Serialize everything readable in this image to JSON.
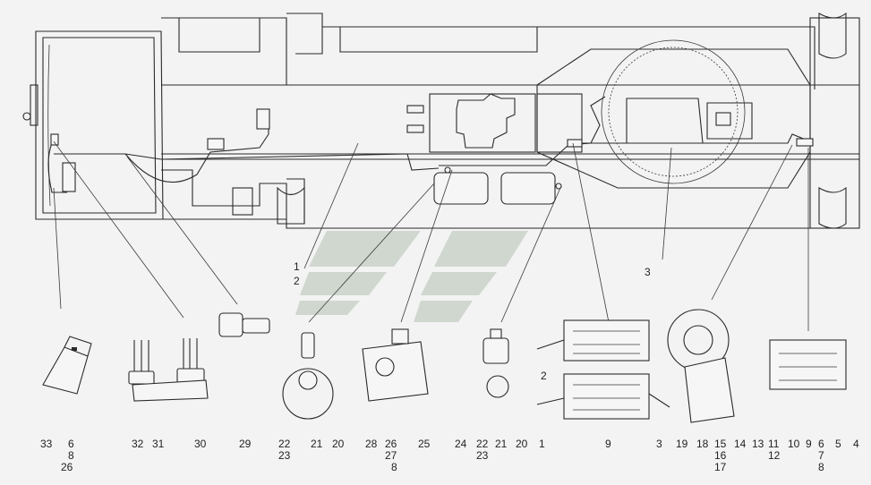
{
  "labels": {
    "chassis": [
      {
        "id": "c1",
        "text": "1"
      },
      {
        "id": "c2",
        "text": "2"
      },
      {
        "id": "c3",
        "text": "3"
      }
    ],
    "details": [
      {
        "id": "d33",
        "text": "33"
      },
      {
        "id": "d6a",
        "text": "6"
      },
      {
        "id": "d8a",
        "text": "8"
      },
      {
        "id": "d26a",
        "text": "26"
      },
      {
        "id": "d32",
        "text": "32"
      },
      {
        "id": "d31",
        "text": "31"
      },
      {
        "id": "d30",
        "text": "30"
      },
      {
        "id": "d29",
        "text": "29"
      },
      {
        "id": "d22a",
        "text": "22"
      },
      {
        "id": "d23a",
        "text": "23"
      },
      {
        "id": "d21a",
        "text": "21"
      },
      {
        "id": "d20a",
        "text": "20"
      },
      {
        "id": "d28",
        "text": "28"
      },
      {
        "id": "d26b",
        "text": "26"
      },
      {
        "id": "d27",
        "text": "27"
      },
      {
        "id": "d8b",
        "text": "8"
      },
      {
        "id": "d25",
        "text": "25"
      },
      {
        "id": "d24",
        "text": "24"
      },
      {
        "id": "d22b",
        "text": "22"
      },
      {
        "id": "d23b",
        "text": "23"
      },
      {
        "id": "d21b",
        "text": "21"
      },
      {
        "id": "d20b",
        "text": "20"
      },
      {
        "id": "d2",
        "text": "2"
      },
      {
        "id": "d1",
        "text": "1"
      },
      {
        "id": "d9",
        "text": "9"
      },
      {
        "id": "d3",
        "text": "3"
      },
      {
        "id": "d19",
        "text": "19"
      },
      {
        "id": "d18",
        "text": "18"
      },
      {
        "id": "d15",
        "text": "15"
      },
      {
        "id": "d16",
        "text": "16"
      },
      {
        "id": "d17",
        "text": "17"
      },
      {
        "id": "d14",
        "text": "14"
      },
      {
        "id": "d13",
        "text": "13"
      },
      {
        "id": "d11",
        "text": "11"
      },
      {
        "id": "d12",
        "text": "12"
      },
      {
        "id": "d10",
        "text": "10"
      },
      {
        "id": "d9b",
        "text": "9"
      },
      {
        "id": "d6b",
        "text": "6"
      },
      {
        "id": "d7",
        "text": "7"
      },
      {
        "id": "d8c",
        "text": "8"
      },
      {
        "id": "d5",
        "text": "5"
      },
      {
        "id": "d4",
        "text": "4"
      }
    ]
  },
  "colors": {
    "line": "#2a2a2a",
    "background": "#f3f3f3",
    "watermark": "#c9d3c9"
  }
}
